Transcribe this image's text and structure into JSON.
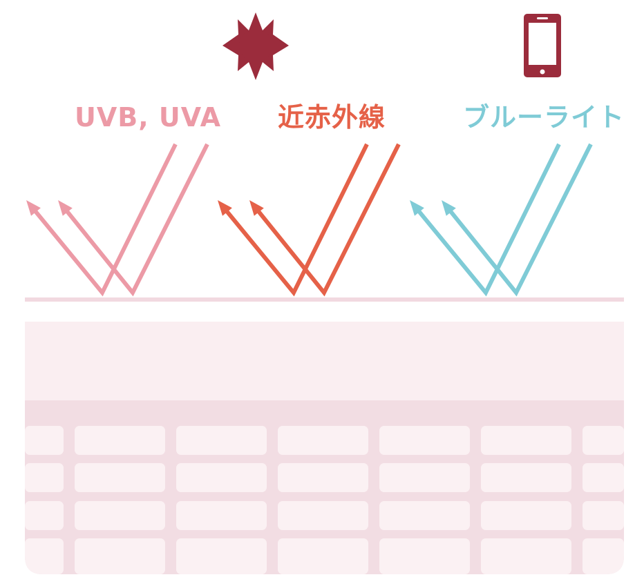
{
  "colors": {
    "uv": "#ec9aa6",
    "near_infrared": "#e56148",
    "blue_light": "#7fcbd6",
    "icon": "#9b2c3c",
    "skin_line": "#f2d9e0",
    "skin_layer": "#faeef1",
    "skin_grid": "#f2dde3",
    "skin_cell": "#fbf1f3",
    "background": "#ffffff"
  },
  "icons": {
    "sun": "sun-icon",
    "phone": "smartphone-icon"
  },
  "labels": {
    "uv": "UVB, UVA",
    "near_infrared": "近赤外線",
    "blue_light": "ブルーライト"
  }
}
